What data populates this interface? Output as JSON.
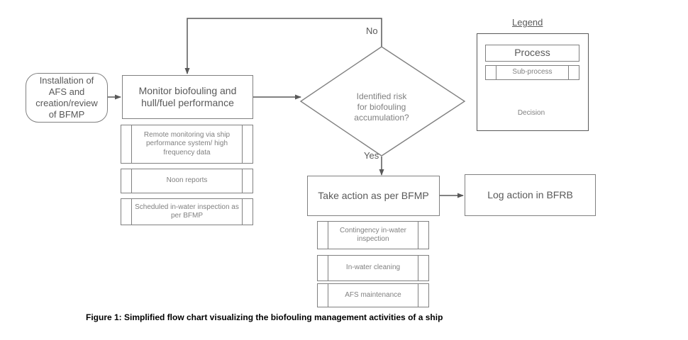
{
  "figure": {
    "caption": "Figure 1: Simplified flow chart visualizing the biofouling management activities of a ship"
  },
  "colors": {
    "shape_stroke": "#808080",
    "text": "#595959",
    "subtext": "#808080",
    "connector": "#595959",
    "background": "#ffffff"
  },
  "nodes": {
    "start": {
      "type": "terminator",
      "text": "Installation of AFS and creation/review of BFMP"
    },
    "monitor": {
      "type": "process",
      "text": "Monitor biofouling and hull/fuel performance"
    },
    "decision": {
      "type": "decision",
      "text": "Identified risk\nfor biofouling\naccumulation?"
    },
    "take_action": {
      "type": "process",
      "text": "Take action as per BFMP"
    },
    "log_action": {
      "type": "process",
      "text": "Log action in BFRB"
    }
  },
  "monitor_subprocesses": [
    {
      "text": "Remote monitoring via ship performance system/ high frequency data"
    },
    {
      "text": "Noon reports"
    },
    {
      "text": "Scheduled in-water inspection as per BFMP"
    }
  ],
  "action_subprocesses": [
    {
      "text": "Contingency in-water inspection"
    },
    {
      "text": "In-water cleaning"
    },
    {
      "text": "AFS maintenance"
    }
  ],
  "edge_labels": {
    "no": "No",
    "yes": "Yes"
  },
  "legend": {
    "title": "Legend",
    "items": {
      "process": "Process",
      "subprocess": "Sub-process",
      "decision": "Decision"
    }
  }
}
